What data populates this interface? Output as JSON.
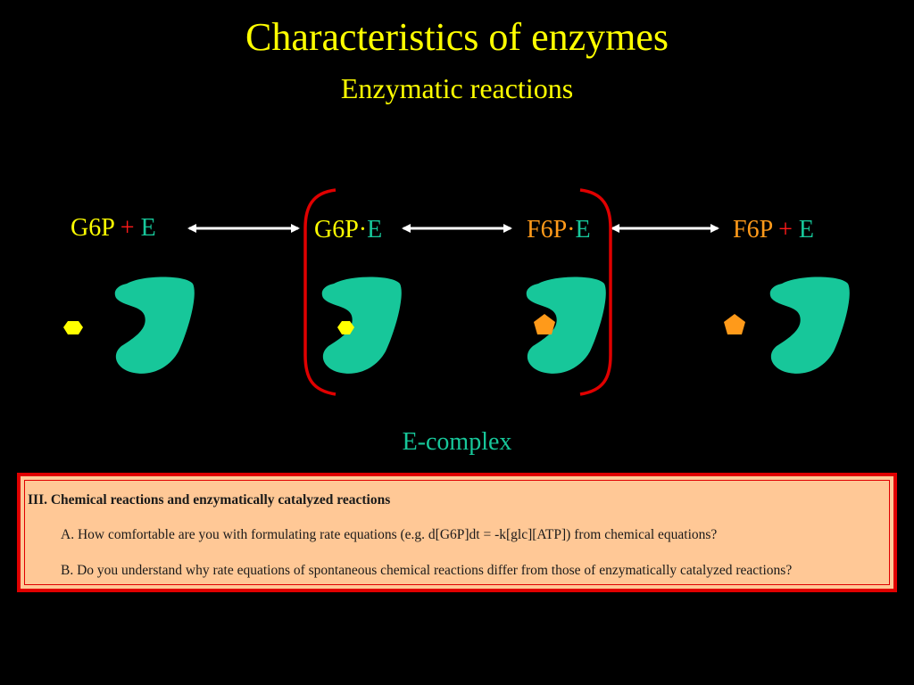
{
  "title": "Characteristics of enzymes",
  "subtitle": "Enzymatic reactions",
  "reaction": {
    "s1_sub": "G6P",
    "s1_plus": "+",
    "s1_enz": "E",
    "s2_sub": "G6P",
    "s2_dot": "·",
    "s2_enz": "E",
    "s3_sub": "F6P",
    "s3_dot": "·",
    "s3_enz": "E",
    "s4_sub": "F6P",
    "s4_plus": "+",
    "s4_enz": "E"
  },
  "complex_caption": "E-complex",
  "questions": {
    "heading": "III. Chemical reactions and enzymatically catalyzed reactions",
    "a": "A. How comfortable are you with formulating rate equations (e.g. d[G6P]dt = -k[glc][ATP]) from chemical equations?",
    "b": "B. Do you understand why rate equations of spontaneous chemical reactions differ from those of enzymatically catalyzed reactions?"
  },
  "colors": {
    "background": "#000000",
    "title": "#ffff00",
    "enzyme": "#17c79a",
    "substrate": "#ffff00",
    "product": "#ff9a1a",
    "plus": "#ff1a1a",
    "bracket": "#e00000",
    "box_fill": "#ffc896"
  }
}
